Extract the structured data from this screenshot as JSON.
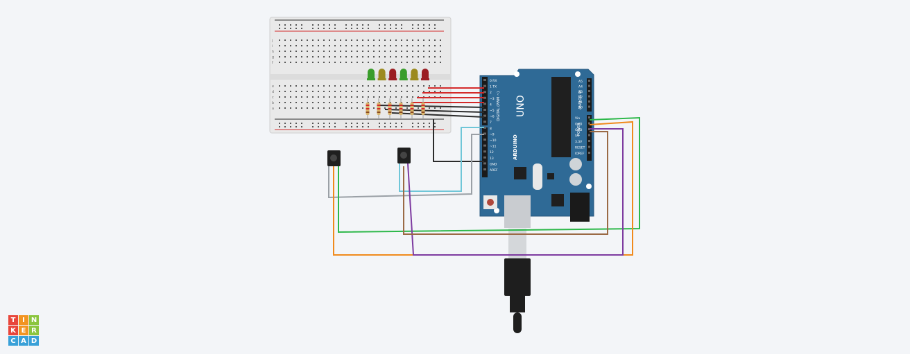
{
  "arduino": {
    "model": "UNO",
    "brand": "ARDUINO",
    "digital_label": "DIGITAL (PWM ~)",
    "analog_label": "ANALOG IN",
    "power_label": "POWER",
    "digital_pins": [
      "0 RX",
      "1 TX",
      "2",
      "~3",
      "4",
      "~5",
      "~6",
      "7",
      "8",
      "~9",
      "~10",
      "~11",
      "12",
      "13",
      "GND",
      "AREF"
    ],
    "analog_pins": [
      "A5",
      "A4",
      "A3",
      "A2",
      "A1",
      "A0"
    ],
    "power_pins": [
      "Vin",
      "GND",
      "GND",
      "5V",
      "3.3V",
      "RESET",
      "IOREF"
    ]
  },
  "leds": [
    {
      "color": "#3a9d2b"
    },
    {
      "color": "#9c8a1e"
    },
    {
      "color": "#9b1d22"
    },
    {
      "color": "#3a9d2b"
    },
    {
      "color": "#9c8a1e"
    },
    {
      "color": "#9b1d22"
    }
  ],
  "breadboard": {
    "row_letters_top": [
      "j",
      "i",
      "h",
      "g",
      "f"
    ],
    "row_letters_bottom": [
      "e",
      "d",
      "c",
      "b",
      "a"
    ]
  },
  "wire_colors": {
    "red": "#d42a2a",
    "black": "#2b2b2b",
    "green": "#2db84a",
    "orange": "#f08a1c",
    "purple": "#7d3aa0",
    "brown": "#9a6a45",
    "cyan": "#6fc6d8",
    "gray": "#9aa0a6"
  },
  "logo": {
    "letters": [
      "T",
      "I",
      "N",
      "K",
      "E",
      "R",
      "C",
      "A",
      "D"
    ],
    "colors": [
      "#e8463b",
      "#f29422",
      "#8bc53f",
      "#e8463b",
      "#f29422",
      "#8bc53f",
      "#39a0d8",
      "#39a0d8",
      "#39a0d8"
    ]
  }
}
